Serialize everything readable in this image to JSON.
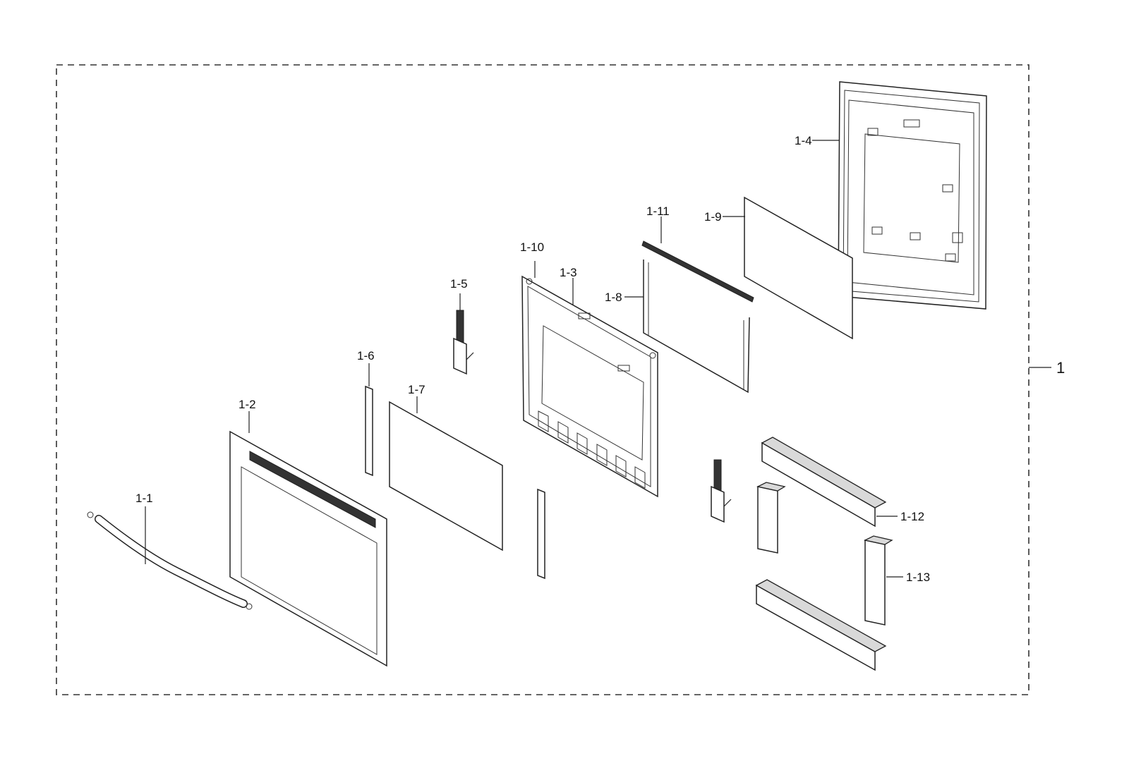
{
  "assembly_label": "1",
  "parts": [
    {
      "id": "1-1"
    },
    {
      "id": "1-2"
    },
    {
      "id": "1-3"
    },
    {
      "id": "1-4"
    },
    {
      "id": "1-5"
    },
    {
      "id": "1-6"
    },
    {
      "id": "1-7"
    },
    {
      "id": "1-8"
    },
    {
      "id": "1-9"
    },
    {
      "id": "1-10"
    },
    {
      "id": "1-11"
    },
    {
      "id": "1-12"
    },
    {
      "id": "1-13"
    }
  ]
}
